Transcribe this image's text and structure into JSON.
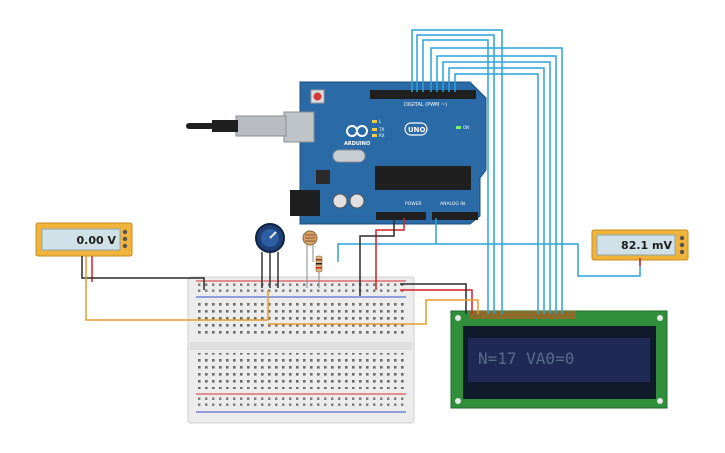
{
  "meters": {
    "left": {
      "reading": "0.00 V"
    },
    "right": {
      "reading": "82.1 mV"
    }
  },
  "arduino": {
    "brand": "ARDUINO",
    "model": "UNO",
    "digital_label": "DIGITAL (PWM ~)",
    "power_label": "POWER",
    "analog_label": "ANALOG IN",
    "on_label": "ON",
    "led_l": "L",
    "led_tx": "TX",
    "led_rx": "RX"
  },
  "lcd": {
    "display_text": "N=17  VA0=0"
  },
  "colors": {
    "wire_blue": "#2aa3d8",
    "wire_orange": "#e89a2c",
    "wire_red": "#d42424",
    "wire_black": "#2b2b2b",
    "arduino_board": "#2a6aa6",
    "lcd_pcb": "#2f8f3a",
    "lcd_screen": "#1e2a55",
    "meter_body": "#f0b43c"
  }
}
